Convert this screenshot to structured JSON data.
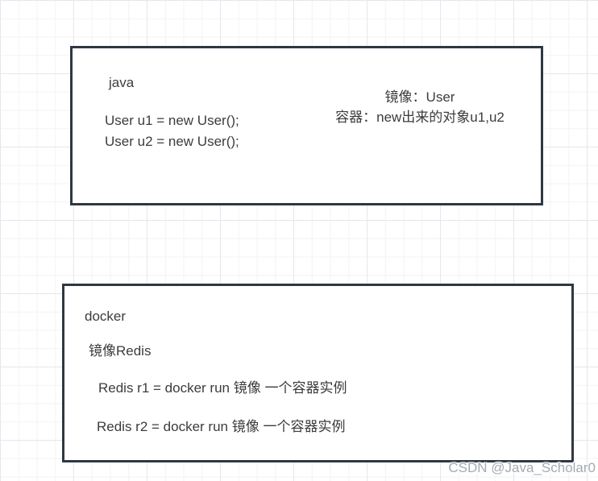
{
  "colors": {
    "background": "#ffffff",
    "grid_minor": "#f3f3f6",
    "grid_major": "#e7e7ec",
    "box_border": "#2f3842",
    "box_fill": "#ffffff",
    "text": "#3c3c3c",
    "watermark": "#949ca6"
  },
  "java_box": {
    "title": "java",
    "code_lines": [
      "User u1 = new User();",
      "User u2 = new User();"
    ],
    "annotation": {
      "line1": "镜像：User",
      "line2": "容器：new出来的对象u1,u2"
    }
  },
  "docker_box": {
    "title": "docker",
    "image_label": "镜像Redis",
    "code_lines": [
      "Redis r1 = docker run 镜像 一个容器实例",
      "Redis r2 = docker run 镜像 一个容器实例"
    ]
  },
  "watermark": {
    "text": "CSDN @Java_Scholar0"
  }
}
